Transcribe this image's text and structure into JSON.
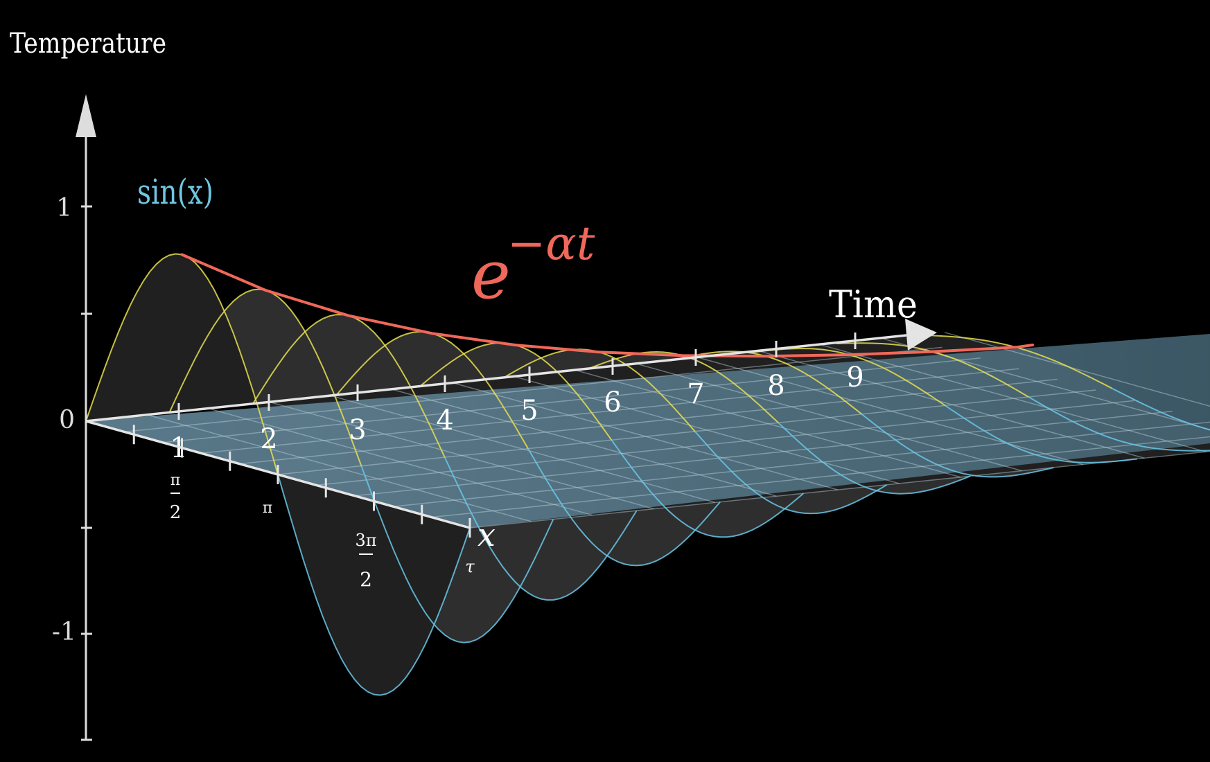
{
  "axes": {
    "temperature_label": "Temperature",
    "time_label": "Time",
    "x_label": "x",
    "temp_ticks": [
      {
        "label": "1",
        "value": 1
      },
      {
        "label": "0",
        "value": 0
      },
      {
        "label": "-1",
        "value": -1
      }
    ],
    "time_ticks": [
      "1",
      "2",
      "3",
      "4",
      "5",
      "6",
      "7",
      "8",
      "9"
    ],
    "x_ticks": [
      {
        "label": "π/2",
        "num": "π",
        "den": "2"
      },
      {
        "label": "π",
        "num": "π",
        "den": ""
      },
      {
        "label": "3π/2",
        "num": "3π",
        "den": "2"
      },
      {
        "label": "τ",
        "num": "τ",
        "den": ""
      }
    ]
  },
  "annotations": {
    "sin_label": "sin(x)",
    "decay_base": "e",
    "decay_exponent": "−αt"
  },
  "colors": {
    "background": "#000000",
    "axis": "#dddddd",
    "plane": "#5d8296",
    "sin_curve_start": "#e6df4f",
    "sin_curve_end": "#68c7e8",
    "decay_curve": "#f0685a",
    "sin_label": "#6fc7e2",
    "text": "#ffffff"
  }
}
